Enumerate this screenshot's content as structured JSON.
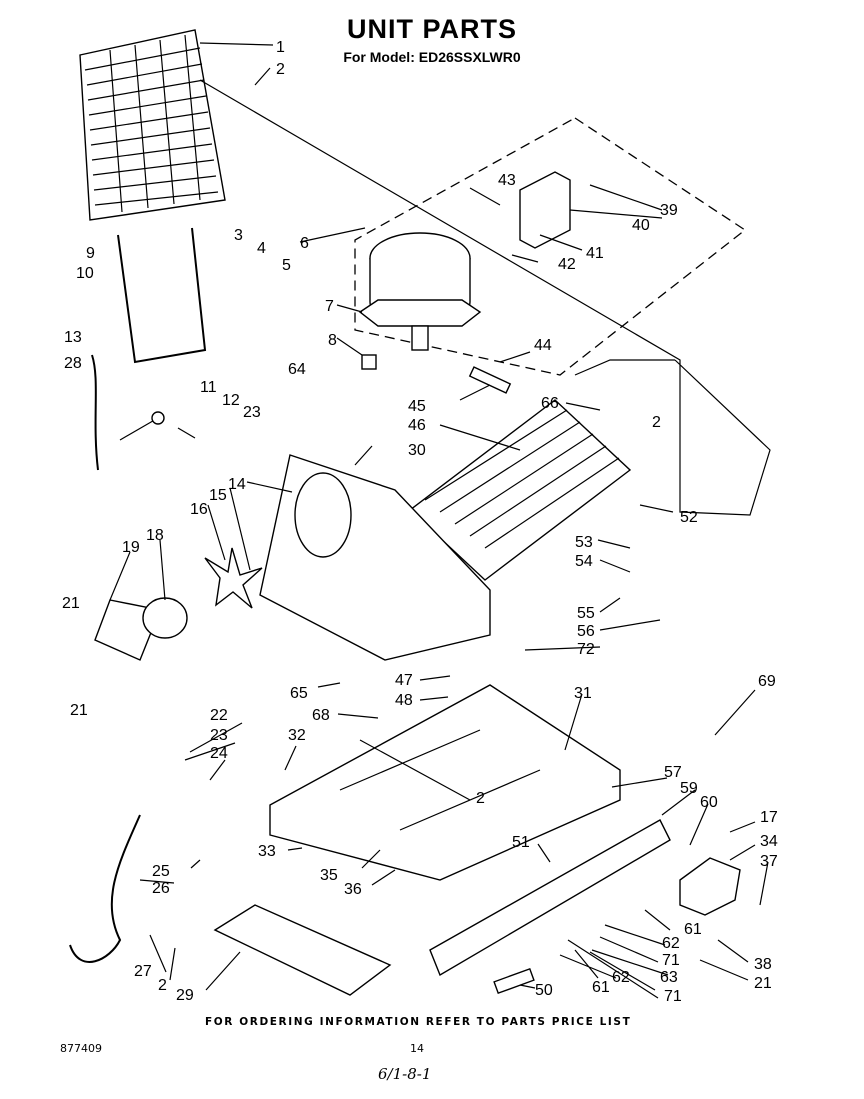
{
  "title": "UNIT PARTS",
  "subtitle": "For Model: ED26SSXLWR0",
  "footer_note": "FOR ORDERING INFORMATION REFER TO PARTS PRICE LIST",
  "doc_number": "877409",
  "page_number": "14",
  "handwritten_note": "6/1-8-1",
  "callouts": [
    "1",
    "2",
    "3",
    "4",
    "5",
    "6",
    "7",
    "8",
    "9",
    "10",
    "13",
    "28",
    "11",
    "12",
    "23",
    "64",
    "43",
    "39",
    "40",
    "41",
    "42",
    "44",
    "45",
    "46",
    "66",
    "2",
    "30",
    "14",
    "15",
    "16",
    "18",
    "19",
    "21",
    "21",
    "52",
    "53",
    "54",
    "55",
    "56",
    "72",
    "65",
    "47",
    "48",
    "68",
    "31",
    "69",
    "22",
    "23",
    "24",
    "32",
    "57",
    "59",
    "60",
    "17",
    "34",
    "37",
    "2",
    "33",
    "25",
    "26",
    "35",
    "36",
    "51",
    "61",
    "62",
    "71",
    "38",
    "21",
    "27",
    "2",
    "29",
    "50",
    "61",
    "62",
    "63",
    "71"
  ]
}
